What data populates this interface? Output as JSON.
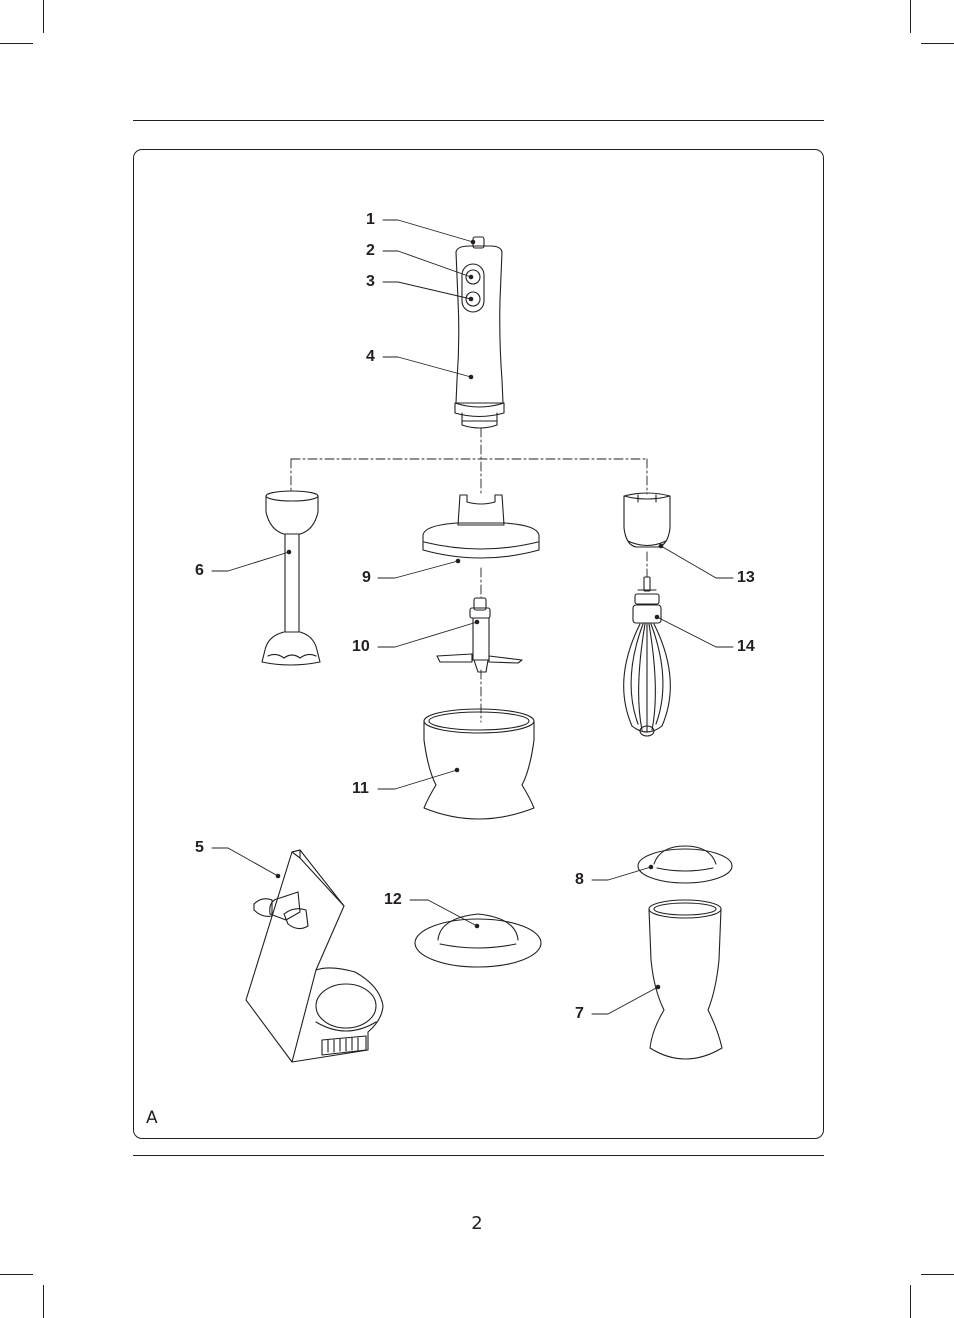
{
  "figure": {
    "letter": "A",
    "callouts": [
      {
        "id": "c1",
        "label": "1"
      },
      {
        "id": "c2",
        "label": "2"
      },
      {
        "id": "c3",
        "label": "3"
      },
      {
        "id": "c4",
        "label": "4"
      },
      {
        "id": "c5",
        "label": "5"
      },
      {
        "id": "c6",
        "label": "6"
      },
      {
        "id": "c7",
        "label": "7"
      },
      {
        "id": "c8",
        "label": "8"
      },
      {
        "id": "c9",
        "label": "9"
      },
      {
        "id": "c10",
        "label": "10"
      },
      {
        "id": "c11",
        "label": "11"
      },
      {
        "id": "c12",
        "label": "12"
      },
      {
        "id": "c13",
        "label": "13"
      },
      {
        "id": "c14",
        "label": "14"
      }
    ]
  },
  "page": {
    "number": "2"
  },
  "colors": {
    "ink": "#231f20",
    "paper": "#ffffff"
  }
}
